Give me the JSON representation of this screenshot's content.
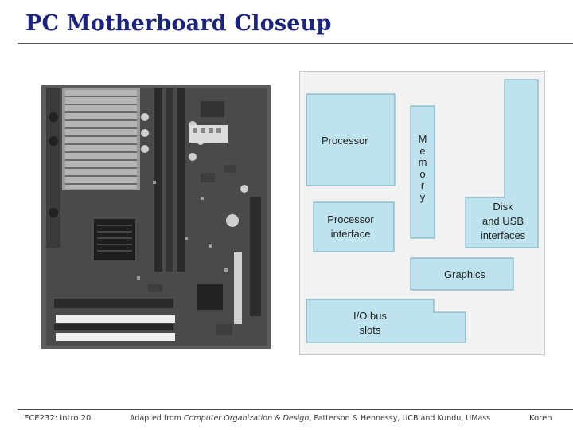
{
  "slide": {
    "title": "PC Motherboard Closeup"
  },
  "diagram": {
    "processor": "Processor",
    "memory_letters": [
      "M",
      "e",
      "m",
      "o",
      "r",
      "y"
    ],
    "processor_interface": [
      "Processor",
      "interface"
    ],
    "disk_usb": [
      "Disk",
      "and USB",
      "interfaces"
    ],
    "graphics": "Graphics",
    "io_bus": [
      "I/O bus",
      "slots"
    ],
    "block_color": "#bfe3ee",
    "block_border": "#6fa9bd"
  },
  "footer": {
    "left": "ECE232: Intro 20",
    "center_prefix": "Adapted from ",
    "center_italic": "Computer Organization & Design",
    "center_suffix": ", Patterson & Hennessy, UCB and Kundu, UMass",
    "right": "Koren"
  }
}
